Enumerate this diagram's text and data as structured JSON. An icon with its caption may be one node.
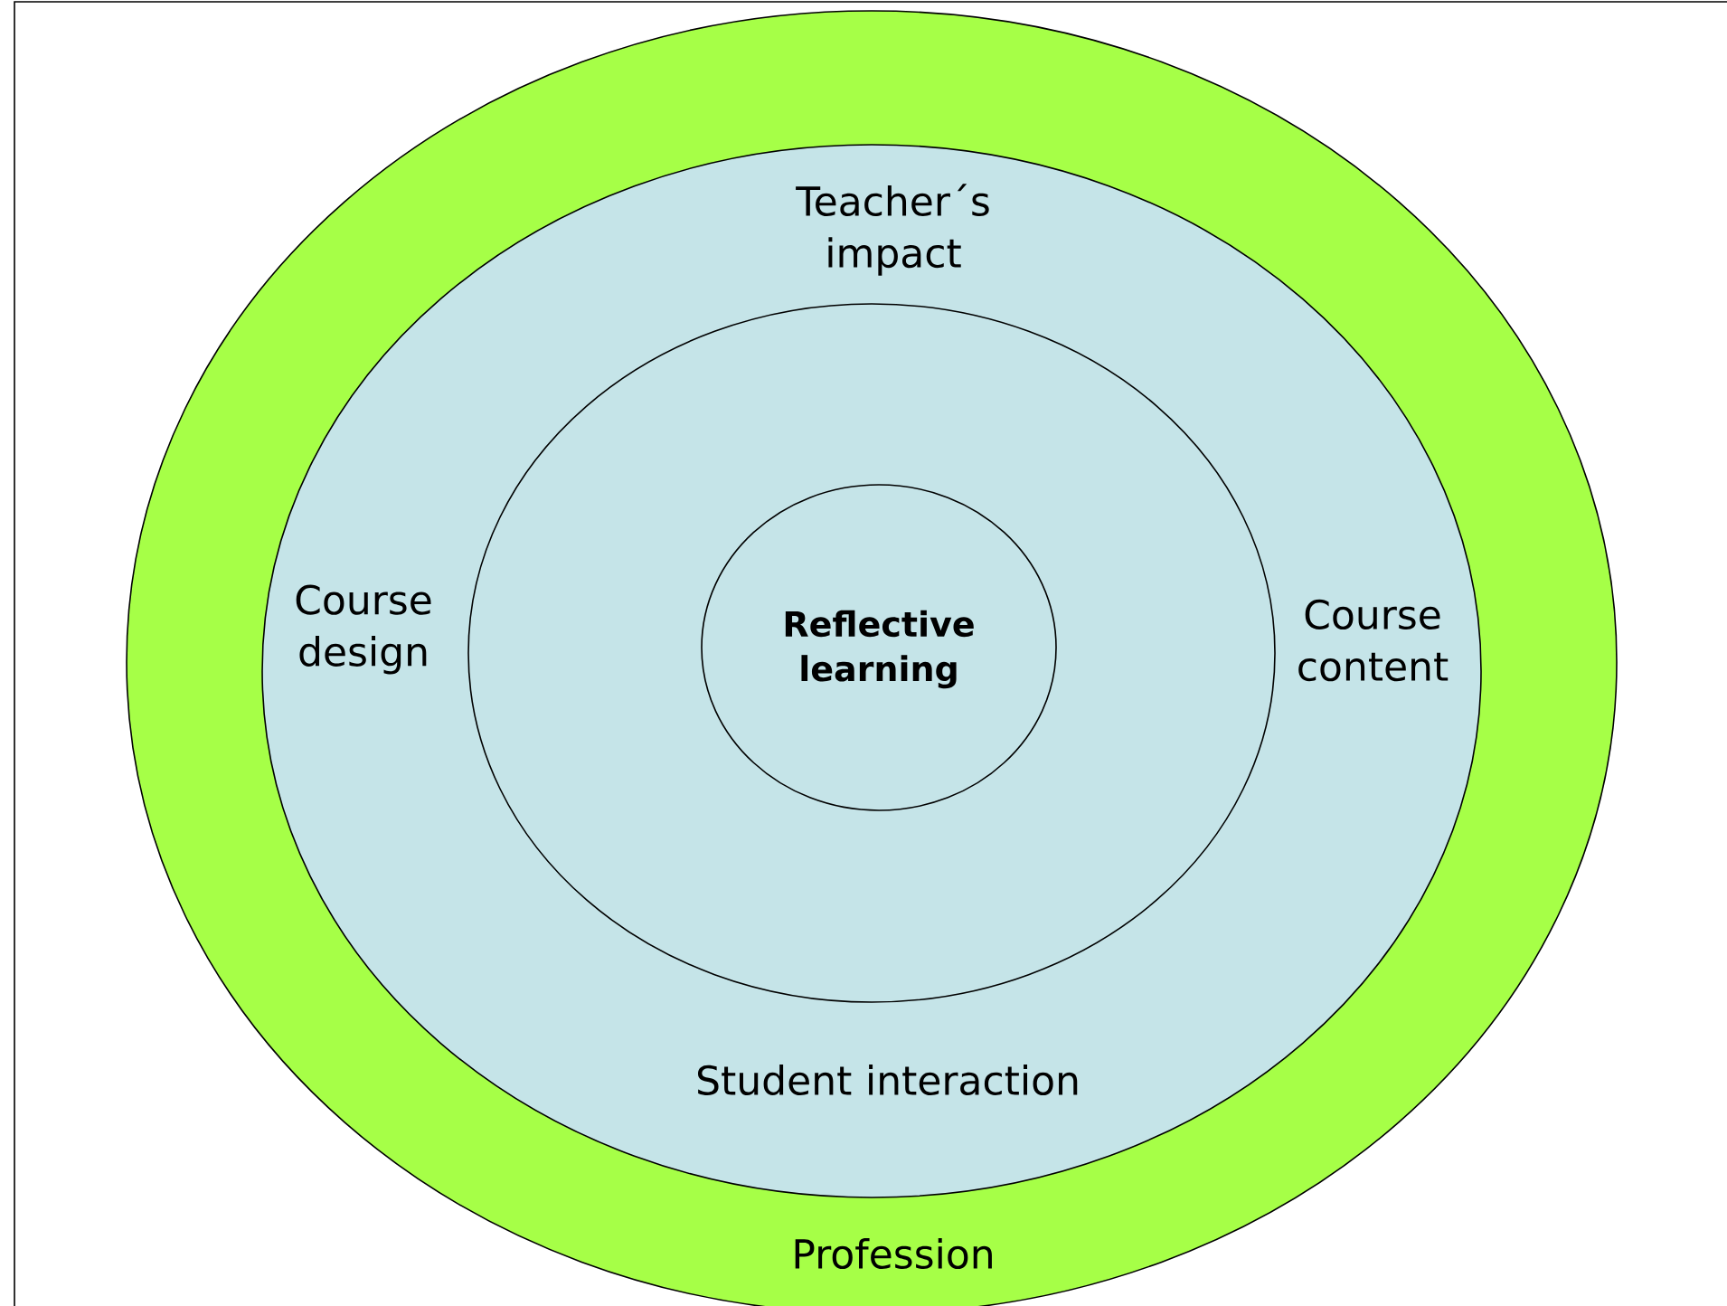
{
  "diagram": {
    "nodes": [
      {
        "text": [
          "Profession"
        ]
      },
      {
        "text": [
          "Teacher´s impact",
          "Course design",
          "Course content",
          "Student interaction"
        ],
        "in": 0
      },
      {
        "text": [],
        "shape": "circle",
        "in": 1
      },
      {
        "text": [
          "Reflective learning"
        ],
        "in": 2
      }
    ]
  }
}
